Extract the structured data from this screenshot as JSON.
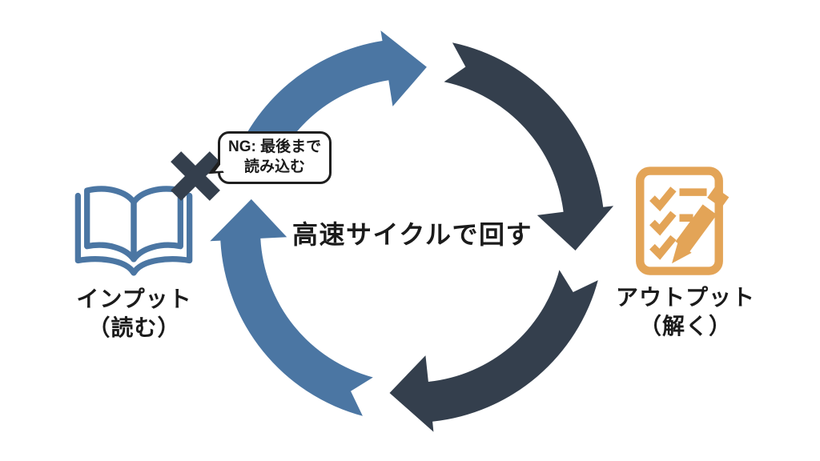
{
  "diagram": {
    "title": "高速サイクルで回す",
    "input": {
      "label_line1": "インプット",
      "label_line2": "（読む）",
      "icon": "open-book-icon",
      "ng_marker": "x-mark-icon",
      "ng_bubble": {
        "line1": "NG: 最後まで",
        "line2": "読み込む"
      }
    },
    "output": {
      "label_line1": "アウトプット",
      "label_line2": "（解く）",
      "icon": "checklist-pencil-icon"
    },
    "colors": {
      "input_blue": "#4b76a3",
      "cycle_dark": "#343f4d",
      "output_orange": "#e3a457",
      "text": "#1b1b1b",
      "bubble_border": "#1f1f1f",
      "bubble_bg": "#ffffff"
    }
  }
}
